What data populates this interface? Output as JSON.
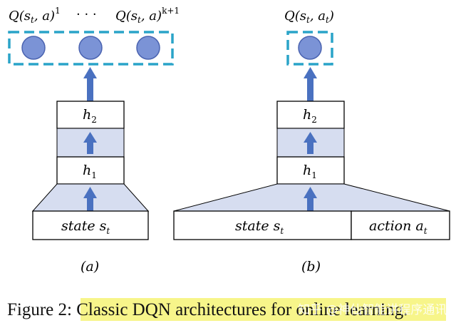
{
  "diagram": {
    "panel_a": {
      "output_first": "Q(s",
      "output_first_sub": "t",
      "output_first_rest": ", a)",
      "output_first_sup": "1",
      "ellipsis": "· · ·",
      "output_last": "Q(s",
      "output_last_sub": "t",
      "output_last_rest": ", a)",
      "output_last_sup": "k+1",
      "layer2": "h",
      "layer2_sub": "2",
      "layer1": "h",
      "layer1_sub": "1",
      "input_word": "state s",
      "input_sub": "t",
      "label": "(a)"
    },
    "panel_b": {
      "output": "Q(s",
      "output_sub": "t",
      "output_mid": ", a",
      "output_sub2": "t",
      "output_end": ")",
      "layer2": "h",
      "layer2_sub": "2",
      "layer1": "h",
      "layer1_sub": "1",
      "input_state": "state s",
      "input_state_sub": "t",
      "input_action": "action a",
      "input_action_sub": "t",
      "label": "(b)"
    }
  },
  "caption": {
    "prefix": "Figure 2: ",
    "highlighted": "Classic DQN architectures for online learning."
  },
  "watermark": "知乎 @神仙智能讲程序通讯",
  "colors": {
    "node_fill": "#7b93d6",
    "node_stroke": "#4a63b0",
    "dashed_border": "#2aa4c8",
    "arrow": "#4a71c0",
    "band_fill": "#d6ddf0",
    "box_stroke": "#000000",
    "highlight": "#f7f58a"
  }
}
